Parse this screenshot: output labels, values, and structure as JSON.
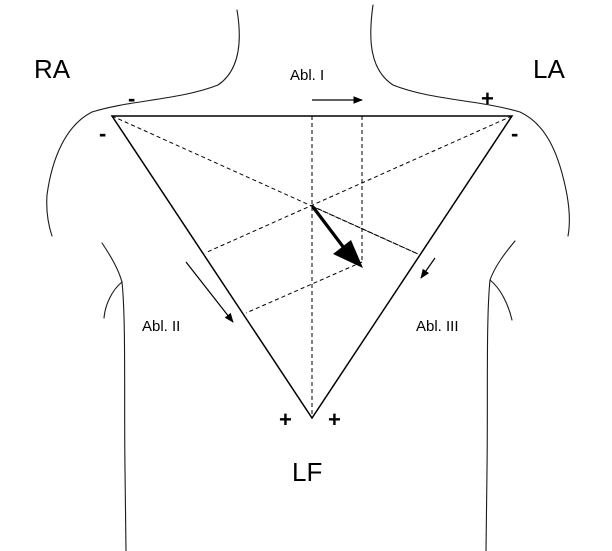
{
  "limbs": {
    "right_arm": "RA",
    "left_arm": "LA",
    "left_foot": "LF"
  },
  "leads": {
    "lead_1": "Abl. I",
    "lead_2": "Abl. II",
    "lead_3": "Abl. III"
  },
  "polarity": {
    "minus": "-",
    "plus": "+"
  }
}
